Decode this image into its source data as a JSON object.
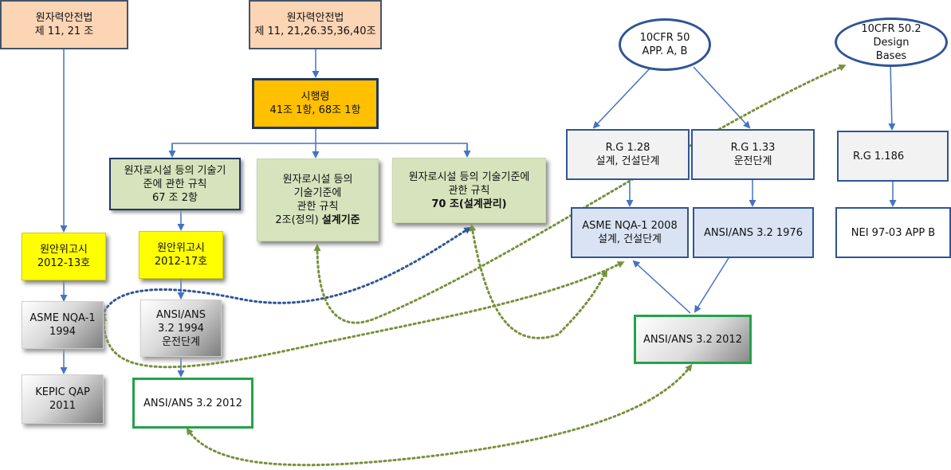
{
  "nodes": {
    "law_a": "원자력안전법\n제 11, 21 조",
    "law_b": "원자력안전법\n제 11, 21,26.35,36,40조",
    "decree": "시행령\n41조 1항, 68조 1항",
    "rule_67": "원자로시설 등의 기술기\n준에 관한   규칙\n67 조 2항",
    "rule_2_text": "원자로시설 등의\n기술기준에\n관한   규칙\n2조(정의) ",
    "rule_2_bold": "설계기준",
    "rule_70_text": "원자로시설 등의 기술기준에\n관한   규칙\n",
    "rule_70_bold": "70 조(설계관리)",
    "notice_13": "원안위고시\n2012-13호",
    "notice_17": "원안위고시\n2012-17호",
    "nqa1_1994": "ASME NQA-1\n1994",
    "kepic": "KEPIC QAP\n2011",
    "ans_1994": "ANSI/ANS\n3.2 1994\n운전단계",
    "ans_2012_left": "ANSI/ANS 3.2 2012",
    "cfr50": "10CFR 50\nAPP. A, B",
    "cfr502": "10CFR 50.2\nDesign\nBases",
    "rg128": "R.G 1.28\n설계, 건설단계",
    "rg133": "R.G 1.33\n운전단계",
    "rg1186": "R.G 1.186",
    "nqa1_2008": "ASME NQA-1 2008\n설계, 건설단계",
    "ans_1976": "ANSI/ANS 3.2 1976",
    "nei": "NEI 97-03 APP B",
    "ans_2012_right": "ANSI/ANS 3.2 2012"
  },
  "colors": {
    "arrow": "#4472c4",
    "dotted_green": "#76923c",
    "dotted_blue": "#2f5597"
  }
}
